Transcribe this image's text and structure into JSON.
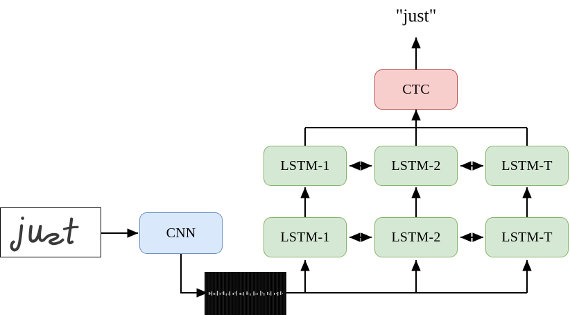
{
  "diagram": {
    "title_text": "\"just\"",
    "input": {
      "name": "handwriting-sample",
      "word": "just"
    },
    "cnn": {
      "label": "CNN"
    },
    "feature_map": {
      "label": ""
    },
    "lstm_top": [
      {
        "label": "LSTM-1"
      },
      {
        "label": "LSTM-2"
      },
      {
        "label": "LSTM-T"
      }
    ],
    "lstm_bottom": [
      {
        "label": "LSTM-1"
      },
      {
        "label": "LSTM-2"
      },
      {
        "label": "LSTM-T"
      }
    ],
    "ctc": {
      "label": "CTC"
    },
    "colors": {
      "ctc_fill": "#f8cecc",
      "ctc_stroke": "#b85450",
      "lstm_fill": "#d5e8d4",
      "lstm_stroke": "#82b366",
      "cnn_fill": "#dae8fc",
      "cnn_stroke": "#6c8ebf",
      "wire": "#000000",
      "feature_map": "#050505",
      "background": "#ffffff"
    }
  }
}
